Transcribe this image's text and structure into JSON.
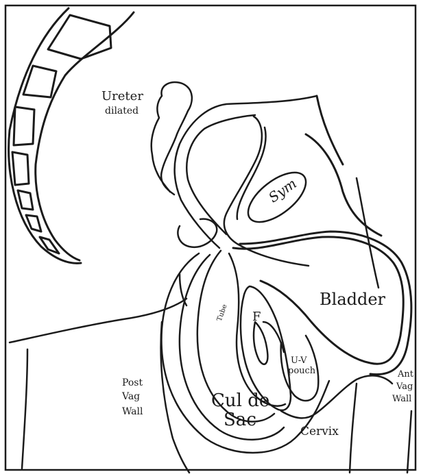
{
  "labels": {
    "ureter": "Ureter",
    "dilated": "dilated",
    "sym": "Sym",
    "bladder": "Bladder",
    "tube": "Tube",
    "f": "F",
    "uv_line1": "U-V",
    "uv_line2": "pouch",
    "post_line1": "Post",
    "post_line2": "Vag",
    "post_line3": "Wall",
    "cul_line1": "Cul de",
    "cul_line2": "Sac",
    "ant_line1": "Ant",
    "ant_line2": "Vag",
    "ant_line3": "Wall",
    "cervix": "Cervix"
  },
  "colors": {
    "ink": "#1b1b1b",
    "paper": "#ffffff"
  }
}
